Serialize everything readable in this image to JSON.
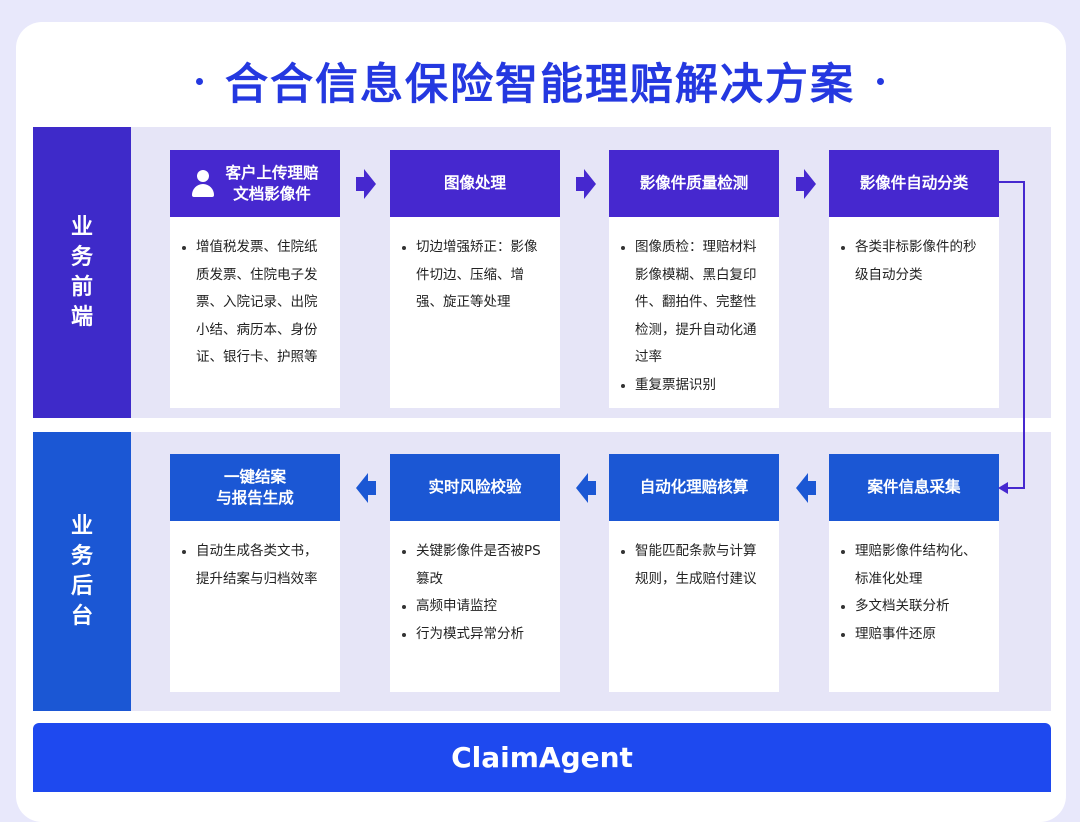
{
  "title": "合合信息保险智能理赔解决方案",
  "sidebar": {
    "front": "业务前端",
    "back": "业务后台"
  },
  "colors": {
    "front": "#4628cf",
    "back": "#1b57d4",
    "title": "#2438e0",
    "footer": "#1e49ef"
  },
  "front": [
    {
      "head": [
        "客户上传理赔",
        "文档影像件"
      ],
      "icon": "person-icon",
      "items": [
        "增值税发票、住院纸质发票、住院电子发票、入院记录、出院小结、病历本、身份证、银行卡、护照等"
      ]
    },
    {
      "head": [
        "图像处理"
      ],
      "items": [
        "切边增强矫正：影像件切边、压缩、增强、旋正等处理"
      ]
    },
    {
      "head": [
        "影像件质量检测"
      ],
      "items": [
        "图像质检：理赔材料影像模糊、黑白复印件、翻拍件、完整性检测，提升自动化通过率",
        "重复票据识别"
      ]
    },
    {
      "head": [
        "影像件自动分类"
      ],
      "items": [
        "各类非标影像件的秒级自动分类"
      ]
    }
  ],
  "back": [
    {
      "head": [
        "一键结案",
        "与报告生成"
      ],
      "items": [
        "自动生成各类文书，提升结案与归档效率"
      ]
    },
    {
      "head": [
        "实时风险校验"
      ],
      "items": [
        "关键影像件是否被PS篡改",
        "高频申请监控",
        "行为模式异常分析"
      ]
    },
    {
      "head": [
        "自动化理赔核算"
      ],
      "items": [
        "智能匹配条款与计算规则，生成赔付建议"
      ]
    },
    {
      "head": [
        "案件信息采集"
      ],
      "items": [
        "理赔影像件结构化、标准化处理",
        "多文档关联分析",
        "理赔事件还原"
      ]
    }
  ],
  "footer": "ClaimAgent"
}
